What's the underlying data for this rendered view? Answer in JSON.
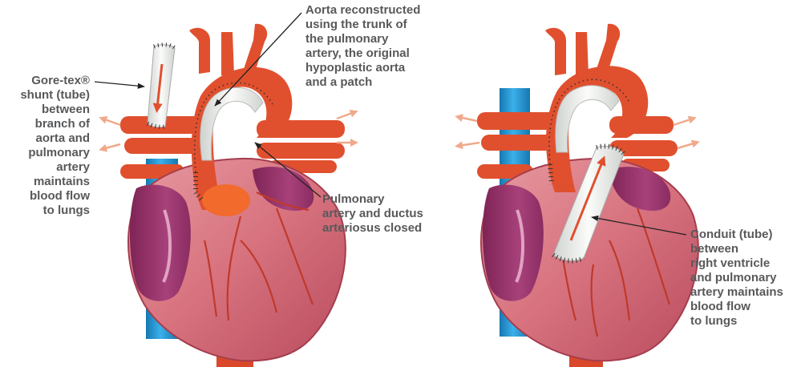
{
  "labels": {
    "aorta_reconstructed": [
      "Aorta reconstructed",
      "using the trunk of",
      "the pulmonary",
      "artery, the original",
      "hypoplastic aorta",
      "and a patch"
    ],
    "goretex_shunt": [
      "Gore-tex®",
      "shunt (tube)",
      "between",
      "branch of",
      "aorta and",
      "pulmonary",
      "artery",
      "maintains",
      "blood flow",
      "to lungs"
    ],
    "pulmonary_closed": [
      "Pulmonary",
      "artery and ductus",
      "arteriosus closed"
    ],
    "conduit": [
      "Conduit (tube)",
      "between",
      "right ventricle",
      "and pulmonary",
      "artery maintains",
      "blood flow",
      "to lungs"
    ]
  },
  "colors": {
    "heart_pink": "#d7727e",
    "heart_dark": "#b94c5e",
    "atrium_purple": "#9c3468",
    "artery_red": "#e0502e",
    "vein_blue": "#1f93d1",
    "tube_white": "#eceeea",
    "suture": "#333333",
    "flow_arrow": "#f0a98a",
    "label_gray": "#58595b"
  }
}
